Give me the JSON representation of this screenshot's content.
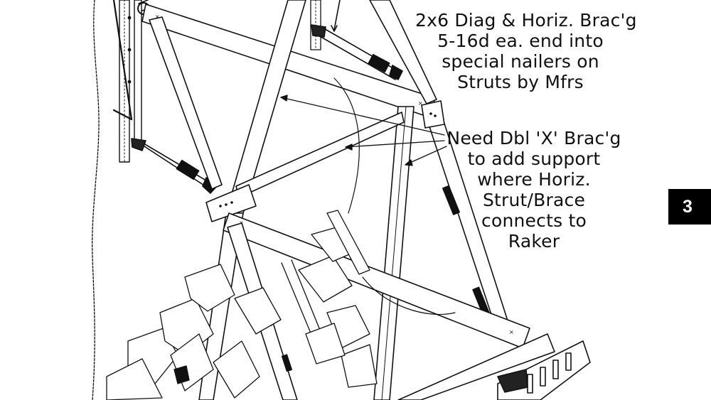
{
  "figure": {
    "type": "technical line drawing",
    "subject": "Raker shore with diagonal and horizontal bracing against collapsed structure"
  },
  "callouts": {
    "top": {
      "lines": [
        "2x6 Diag & Horiz. Brac'g",
        "5-16d ea. end into",
        "special nailers on",
        "Struts by Mfrs"
      ]
    },
    "middle": {
      "lines": [
        "Need Dbl 'X' Brac'g",
        "to add support",
        "where Horiz.",
        "Strut/Brace",
        "connects to",
        "Raker"
      ]
    }
  },
  "page_badge": {
    "number": "3",
    "background": "#000000",
    "text_color": "#ffffff"
  },
  "colors": {
    "ink": "#111111",
    "paper": "#ffffff"
  }
}
